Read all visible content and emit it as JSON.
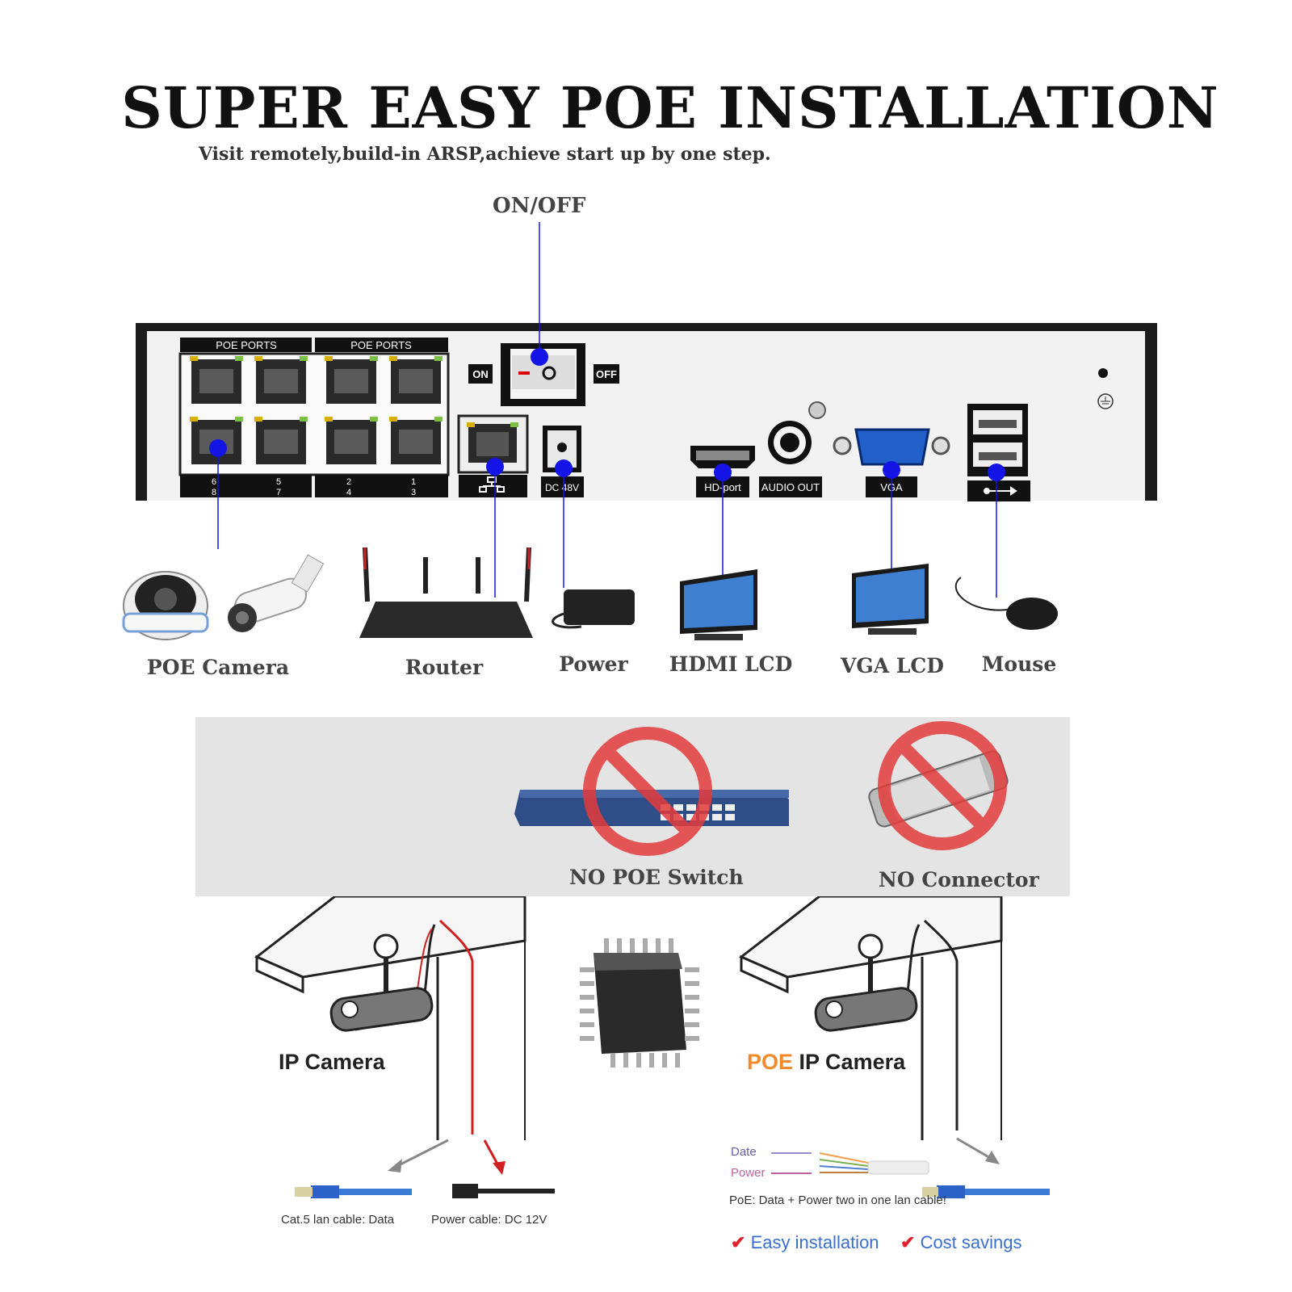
{
  "header": {
    "title": "SUPER EASY POE INSTALLATION",
    "subtitle": "Visit remotely,build-in ARSP,achieve start up by one step."
  },
  "nvr": {
    "switch_label": "ON/OFF",
    "on": "ON",
    "off": "OFF",
    "poe_group_1": "POE PORTS",
    "poe_group_2": "POE PORTS",
    "port_top": [
      "6",
      "5",
      "2",
      "1"
    ],
    "port_bottom": [
      "8",
      "7",
      "4",
      "3"
    ],
    "dc": "DC 48V",
    "hdmi": "HD-port",
    "audio": "AUDIO OUT",
    "vga": "VGA",
    "lan_icon": "network-icon",
    "usb_icon": "usb-icon",
    "ground_icon": "ground-icon"
  },
  "devices": [
    {
      "label": "POE Camera"
    },
    {
      "label": "Router"
    },
    {
      "label": "Power"
    },
    {
      "label": "HDMI LCD"
    },
    {
      "label": "VGA LCD"
    },
    {
      "label": "Mouse"
    }
  ],
  "restrictions": {
    "no_switch": "NO POE Switch",
    "no_connector": "NO Connector"
  },
  "comparison": {
    "left_title": "IP Camera",
    "right_title_accent": "POE",
    "right_title_rest": " IP Camera",
    "lan_cable": "Cat.5 lan cable: Data",
    "power_cable": "Power cable: DC 12V",
    "date_label": "Date",
    "power_label": "Power",
    "poe_note": "PoE: Data + Power two in one lan cable!",
    "benefit_1": "Easy installation",
    "benefit_2": "Cost savings"
  },
  "colors": {
    "accent_blue": "#1414e6",
    "no_red": "#e33b3b",
    "poe_orange": "#f08a2a",
    "check_red": "#e0202a",
    "check_text": "#3a6fd0"
  }
}
